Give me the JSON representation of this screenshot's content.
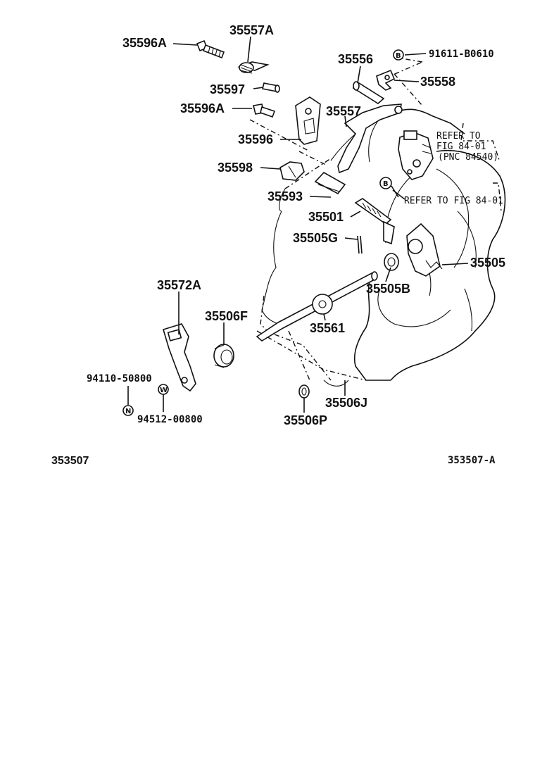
{
  "figure_ref": "353507",
  "figure_code": "353507-A",
  "parts": {
    "p35596A_top": "35596A",
    "p35557A": "35557A",
    "p35556": "35556",
    "p91611": "91611-B0610",
    "p35558": "35558",
    "p35597": "35597",
    "p35596A_mid": "35596A",
    "p35557": "35557",
    "p35596": "35596",
    "p35598": "35598",
    "p35593": "35593",
    "p35501": "35501",
    "p35505G": "35505G",
    "p35505": "35505",
    "p35505B": "35505B",
    "p35572A": "35572A",
    "p35506F": "35506F",
    "p35561": "35561",
    "p94110": "94110-50800",
    "p94512": "94512-00800",
    "p35506J": "35506J",
    "p35506P": "35506P"
  },
  "notes": {
    "refer_line1": "REFER TO",
    "refer_line2": "FIG 84-01",
    "refer_line3": "(PNC 84540)",
    "refer_b": "REFER TO FIG 84-01"
  },
  "symbols": {
    "b_top": "B",
    "b_ref": "B",
    "n": "N",
    "w": "W"
  },
  "icons": [
    "transmission-housing-outline",
    "bolt-icon",
    "spring-icon",
    "bracket-icon",
    "lever-icon",
    "shaft-icon",
    "sensor-switch-icon"
  ]
}
